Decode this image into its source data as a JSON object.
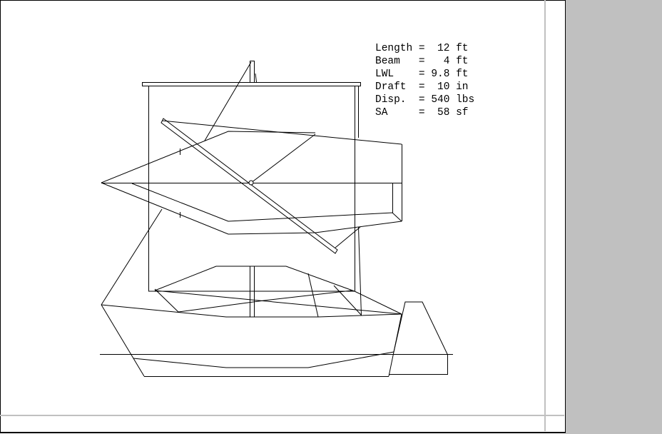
{
  "stats": [
    {
      "label": "Length",
      "value": "12",
      "unit": "ft"
    },
    {
      "label": "Beam",
      "value": "4",
      "unit": "ft"
    },
    {
      "label": "LWL",
      "value": "9.8",
      "unit": "ft"
    },
    {
      "label": "Draft",
      "value": "10",
      "unit": "in"
    },
    {
      "label": "Disp.",
      "value": "540",
      "unit": "lbs"
    },
    {
      "label": "SA",
      "value": "58",
      "unit": "sf"
    }
  ],
  "colors": {
    "panel": "#c0c0c0",
    "lines": "#000000",
    "grid": "#c0c0c0"
  }
}
